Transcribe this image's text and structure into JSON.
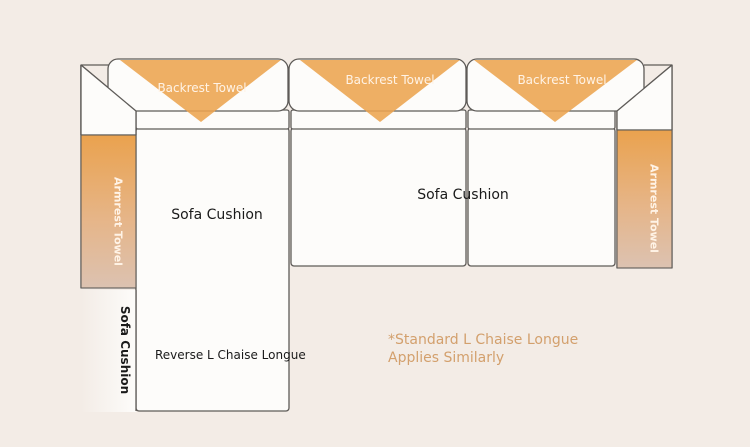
{
  "labels": {
    "backrest_towel": "Backrest Towel",
    "armrest_towel": "Armrest Towel",
    "sofa_cushion": "Sofa Cushion",
    "reverse_l_chaise": "Reverse L Chaise Longue",
    "note_line1": "*Standard L Chaise Longue",
    "note_line2": "Applies Similarly"
  },
  "colors": {
    "background": "#f3ece6",
    "outline": "#5e5b58",
    "towel_orange": "#eca44f",
    "armrest_towel_top": "#eaa24e",
    "armrest_towel_bottom": "#dcc2b1",
    "cushion_fill": "#fdfcfa",
    "note_text": "#d3a06d"
  }
}
